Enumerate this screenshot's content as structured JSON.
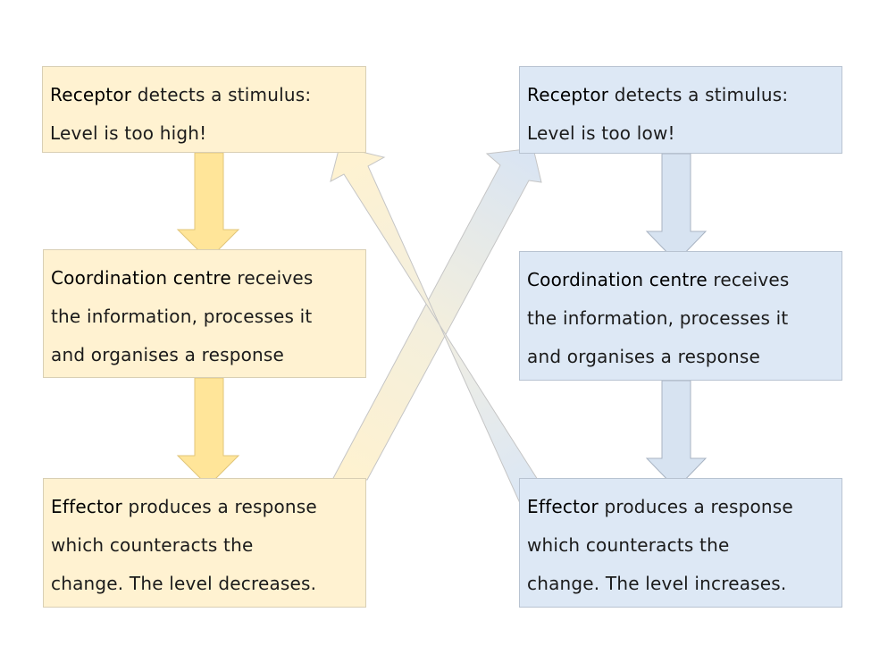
{
  "colors": {
    "warm_fill": "#fff2d1",
    "warm_arrow": "#ffe599",
    "cool_fill": "#dde8f5",
    "cool_arrow": "#d7e3f1",
    "border": "#c8c8c8"
  },
  "left_loop": {
    "receptor": {
      "term": "Receptor",
      "line1_rest": " detects a stimulus:",
      "line2": "Level is too high!"
    },
    "coordination": {
      "term": "Coordination centre",
      "line1_rest": " receives",
      "line2": "the information, processes it",
      "line3": "and organises a response"
    },
    "effector": {
      "term": "Effector",
      "line1_rest": " produces a response",
      "line2": "which counteracts the",
      "line3": "change. The level decreases."
    }
  },
  "right_loop": {
    "receptor": {
      "term": "Receptor",
      "line1_rest": " detects a stimulus:",
      "line2": "Level is too low!"
    },
    "coordination": {
      "term": "Coordination centre",
      "line1_rest": " receives",
      "line2": "the information, processes it",
      "line3": "and organises a response"
    },
    "effector": {
      "term": "Effector",
      "line1_rest": " produces a response",
      "line2": "which counteracts the",
      "line3": "change. The level increases."
    }
  }
}
